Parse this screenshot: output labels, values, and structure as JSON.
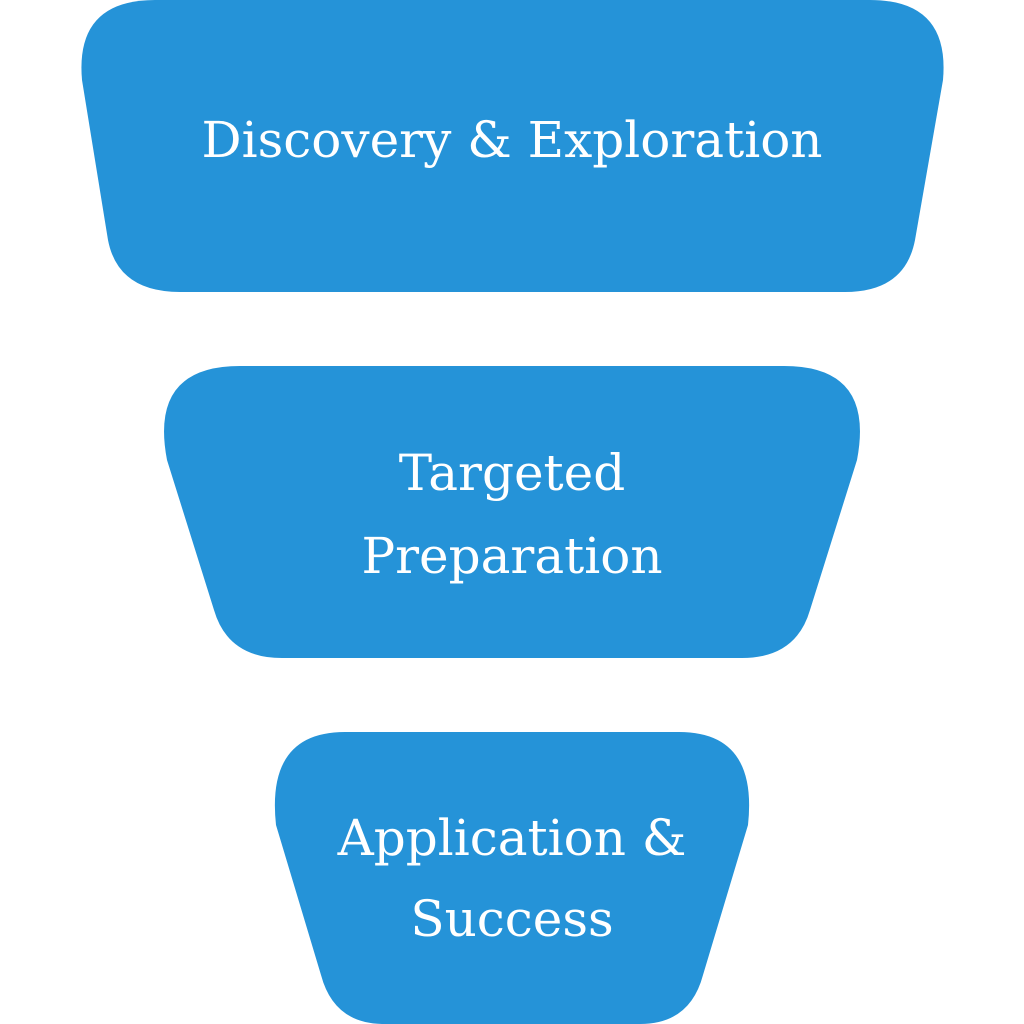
{
  "diagram": {
    "type": "funnel",
    "fill_color": "#2593D8",
    "text_color": "#FFFFFF",
    "background": "#FFFFFF",
    "stages": [
      {
        "lines": [
          "Discovery & Exploration"
        ]
      },
      {
        "lines": [
          "Targeted",
          "Preparation"
        ]
      },
      {
        "lines": [
          "Application &",
          "Success"
        ]
      }
    ]
  }
}
